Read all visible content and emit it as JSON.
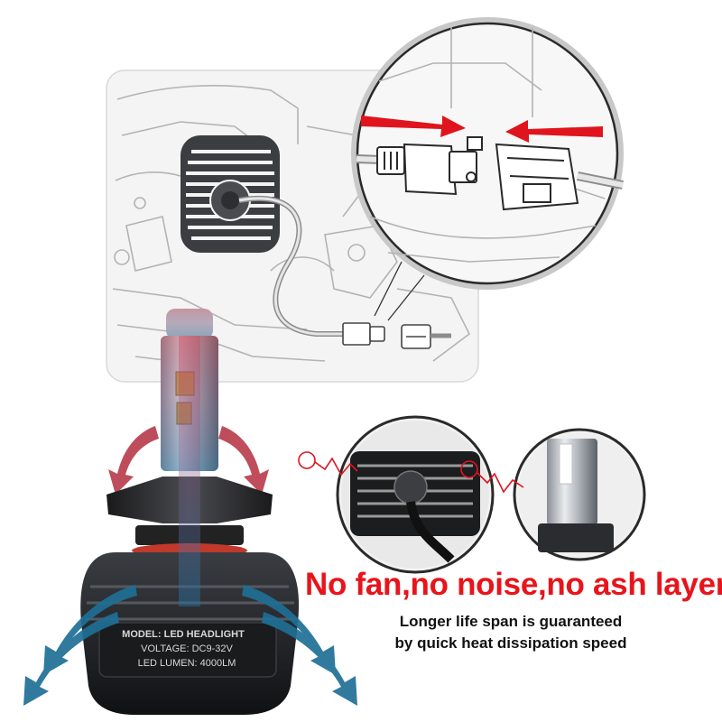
{
  "headline": "No fan,no noise,no ash layer",
  "subtext": {
    "line1": "Longer life span is guaranteed",
    "line2": "by quick heat dissipation speed"
  },
  "bulb_label": {
    "model": "MODEL: LED HEADLIGHT",
    "voltage": "VOLTAGE: DC9-32V",
    "lumen": "LED LUMEN: 4000LM"
  },
  "colors": {
    "headline": "#e8141b",
    "arrow_red": "#e0141c",
    "airflow_hot": "#b83a4a",
    "airflow_cool": "#1f6f96"
  }
}
